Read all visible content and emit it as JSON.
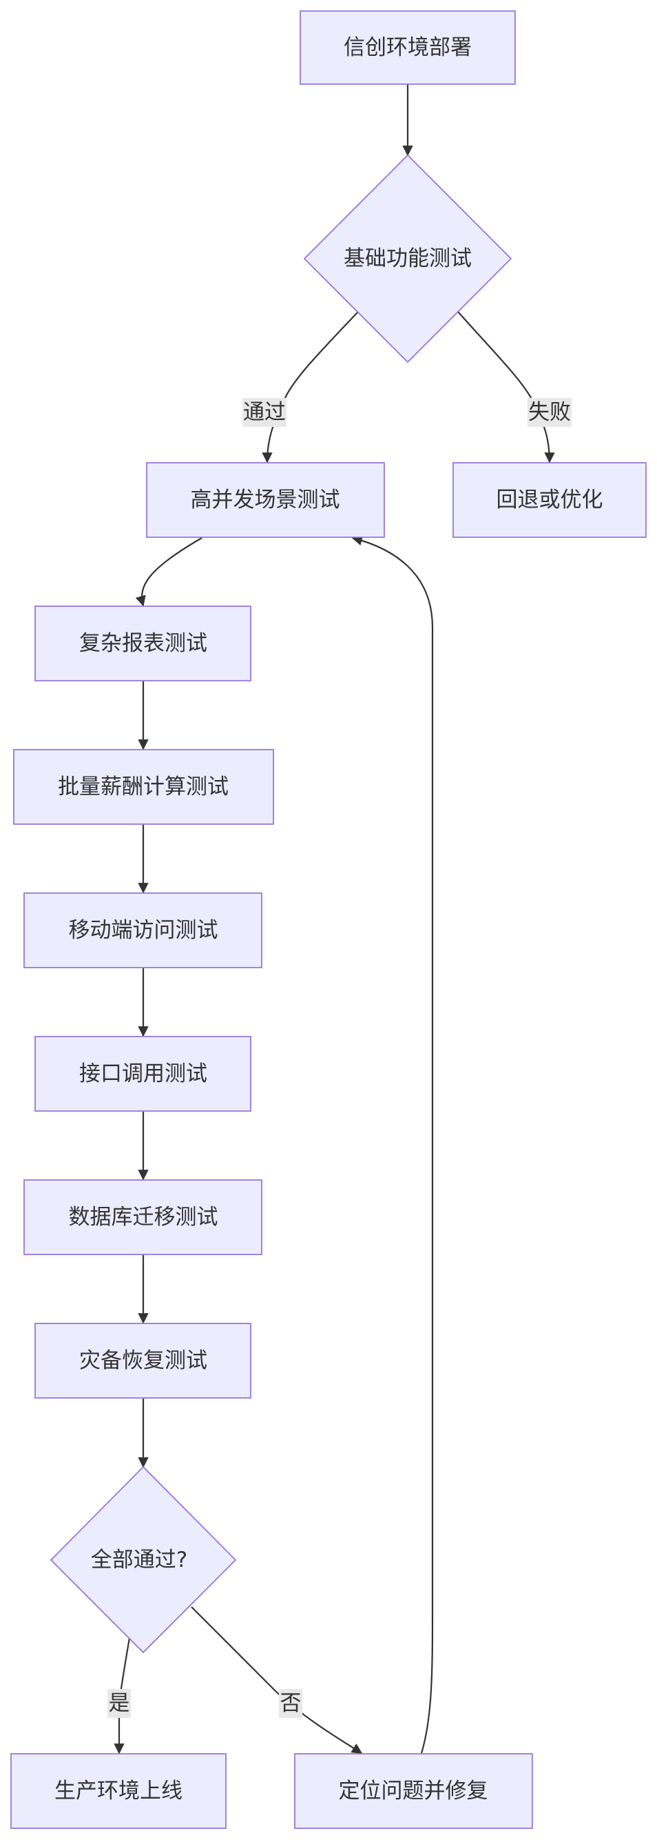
{
  "nodes": {
    "deploy": "信创环境部署",
    "basic_test": "基础功能测试",
    "concurrency_test": "高并发场景测试",
    "rollback": "回退或优化",
    "report_test": "复杂报表测试",
    "payroll_test": "批量薪酬计算测试",
    "mobile_test": "移动端访问测试",
    "api_test": "接口调用测试",
    "db_migration_test": "数据库迁移测试",
    "dr_test": "灾备恢复测试",
    "all_pass": "全部通过?",
    "go_live": "生产环境上线",
    "fix": "定位问题并修复"
  },
  "edge_labels": {
    "pass": "通过",
    "fail": "失败",
    "yes": "是",
    "no": "否"
  },
  "colors": {
    "node_fill": "#ECECFF",
    "node_stroke": "#9370DB",
    "edge": "#333333",
    "label_bg": "#e8e8e8",
    "text": "#333333"
  }
}
